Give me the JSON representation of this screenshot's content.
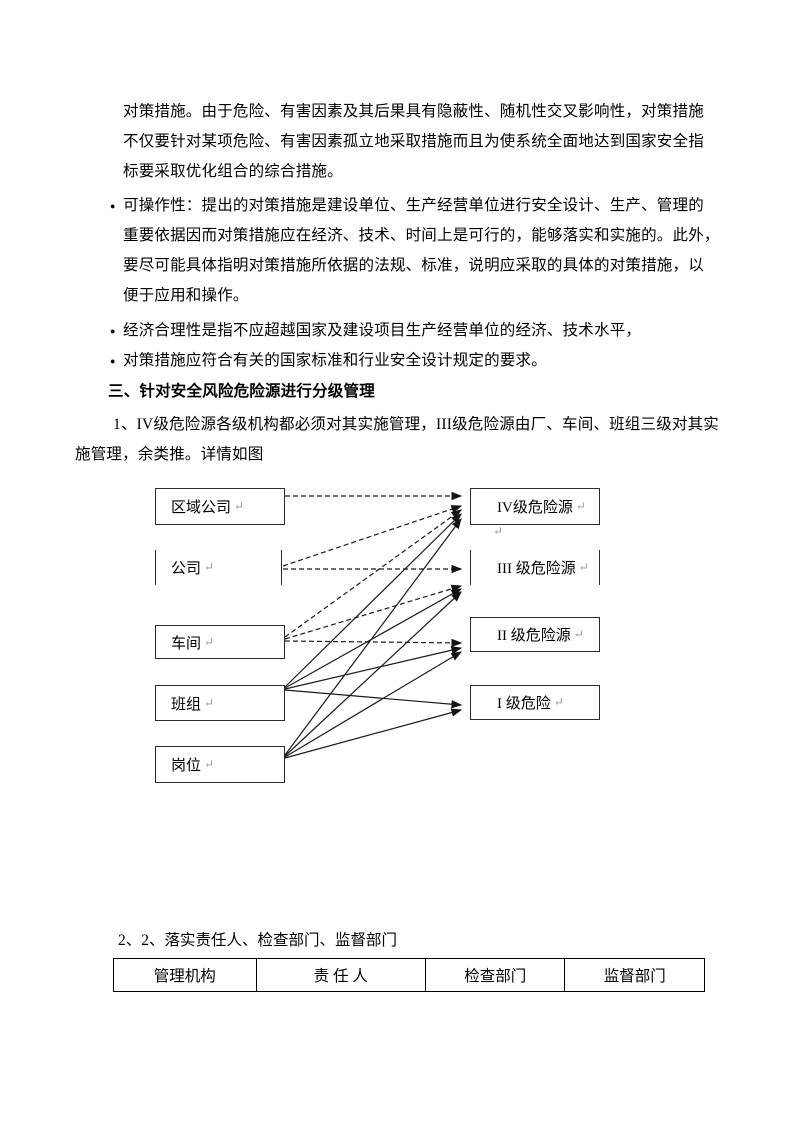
{
  "colors": {
    "text": "#000000",
    "box_border": "#2b2b2b",
    "arrow": "#1c1c1c",
    "return_mark_gray": "#9a9a9a"
  },
  "document": {
    "bullet_marker": "●",
    "lines": [
      "对策措施。由于危险、有害因素及其后果具有隐蔽性、随机性交叉影响性，对策措施",
      "不仅要针对某项危险、有害因素孤立地采取措施而且为使系统全面地达到国家安全指",
      "标要采取优化组合的综合措施。",
      "可操作性：提出的对策措施是建设单位、生产经营单位进行安全设计、生产、管理的",
      "重要依据因而对策措施应在经济、技术、时间上是可行的，能够落实和实施的。此外，",
      "要尽可能具体指明对策措施所依据的法规、标准，说明应采取的具体的对策措施，以",
      "便于应用和操作。",
      "经济合理性是指不应超越国家及建设项目生产经营单位的经济、技术水平，",
      "对策措施应符合有关的国家标准和行业安全设计规定的要求。",
      "三、针对安全风险危险源进行分级管理",
      "1、IV级危险源各级机构都必须对其实施管理，III级危险源由厂、车间、班组三级对其实",
      "施管理，余类推。详情如图"
    ]
  },
  "diagram": {
    "return_mark": "↵",
    "left_boxes": [
      "区域公司",
      "公司",
      "车间",
      "班组",
      "岗位"
    ],
    "right_boxes": [
      "IV级危险源",
      "III 级危险源",
      "II 级危险源",
      "I 级危险"
    ],
    "connections": [
      {
        "from": "区域公司",
        "to": "IV级危险源",
        "style": "dashed"
      },
      {
        "from": "公司",
        "to": "IV级危险源",
        "style": "dashed"
      },
      {
        "from": "公司",
        "to": "III 级危险源",
        "style": "dashed"
      },
      {
        "from": "车间",
        "to": "IV级危险源",
        "style": "dashed"
      },
      {
        "from": "车间",
        "to": "III 级危险源",
        "style": "dashed"
      },
      {
        "from": "车间",
        "to": "II 级危险源",
        "style": "dashed"
      },
      {
        "from": "班组",
        "to": "IV级危险源",
        "style": "solid"
      },
      {
        "from": "班组",
        "to": "III 级危险源",
        "style": "solid"
      },
      {
        "from": "班组",
        "to": "II 级危险源",
        "style": "solid"
      },
      {
        "from": "班组",
        "to": "I 级危险",
        "style": "solid"
      },
      {
        "from": "岗位",
        "to": "IV级危险源",
        "style": "solid"
      },
      {
        "from": "岗位",
        "to": "III 级危险源",
        "style": "solid"
      },
      {
        "from": "岗位",
        "to": "II 级危险源",
        "style": "solid"
      },
      {
        "from": "岗位",
        "to": "I 级危险",
        "style": "solid"
      }
    ]
  },
  "section2": {
    "caption": "2、2、落实责任人、检查部门、监督部门",
    "table_headers": [
      "管理机构",
      "责 任 人",
      "检查部门",
      "监督部门"
    ]
  }
}
